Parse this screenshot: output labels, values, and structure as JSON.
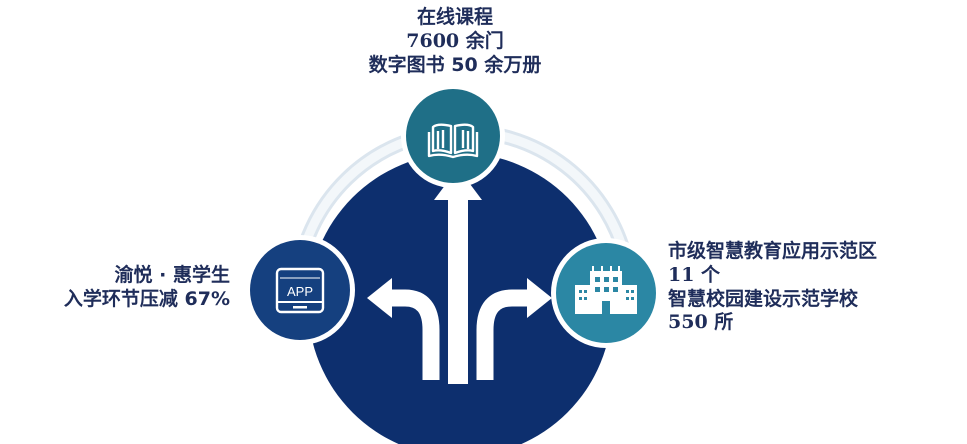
{
  "top_item": {
    "lines": [
      "在线课程",
      "7600 余门",
      "数字图书 50 余万册"
    ],
    "icon": "open-book-icon"
  },
  "left_item": {
    "lines": [
      "渝悦 · 惠学生",
      "入学环节压减 67%"
    ],
    "icon": "app-tablet-icon",
    "icon_label": "APP"
  },
  "right_item": {
    "lines": [
      "市级智慧教育应用示范区",
      "11 个",
      "智慧校园建设示范学校",
      "550 所"
    ],
    "icon": "school-building-icon"
  },
  "center": {
    "icon": "three-way-arrow-icon"
  },
  "colors": {
    "main_circle": "#0d2f6e",
    "top_circle": "#1f6f87",
    "left_circle": "#15407f",
    "right_circle": "#2b87a4",
    "ring": "#e4ecf3",
    "text": "#1f2d5a"
  }
}
